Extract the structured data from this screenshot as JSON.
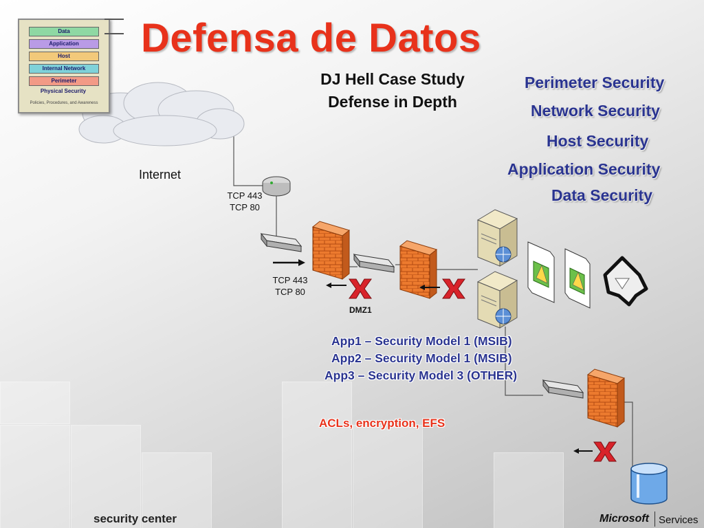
{
  "title": "Defensa de Datos",
  "subtitle": [
    "DJ Hell Case Study",
    "Defense in Depth"
  ],
  "layers": [
    "Perimeter Security",
    "Network Security",
    "Host Security",
    "Application Security",
    "Data Security"
  ],
  "stack_labels": [
    "Data",
    "Application",
    "Host",
    "Internal Network",
    "Perimeter",
    "Physical Security"
  ],
  "stack_footer": "Policies, Procedures, and Awareness",
  "stack_colors": [
    "#8fd8a3",
    "#b99be6",
    "#f2c97a",
    "#7fd2d9",
    "#f29a86"
  ],
  "internet_label": "Internet",
  "tcp_label_1": [
    "TCP 443",
    "TCP 80"
  ],
  "tcp_label_2": [
    "TCP 443",
    "TCP 80"
  ],
  "dmz_label": "DMZ1",
  "apps": [
    "App1 – Security Model 1 (MSIB)",
    "App2 – Security Model 1 (MSIB)",
    "App3 – Security Model 3 (OTHER)"
  ],
  "acl_text": "ACLs, encryption, EFS",
  "footer": {
    "left": "security center",
    "brand": "Microsoft",
    "services": "Services"
  },
  "colors": {
    "title": "#e8321b",
    "layer_text": "#2a3490",
    "firewall": "#e8732a",
    "block_x": "#d8232a"
  }
}
